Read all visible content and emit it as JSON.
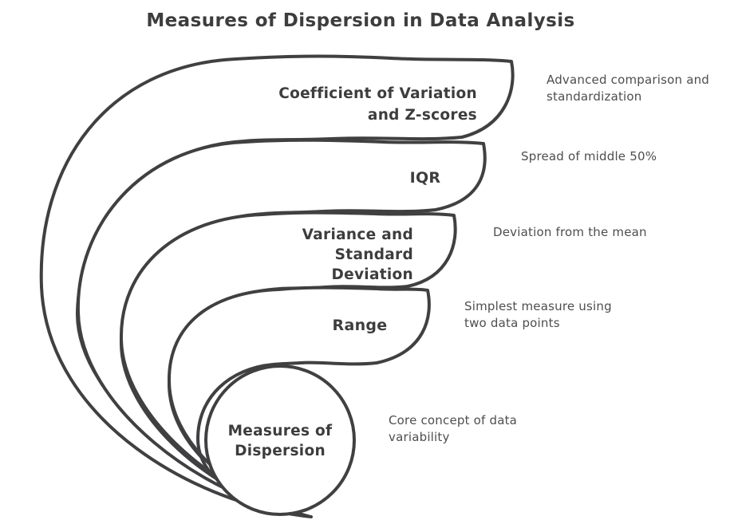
{
  "title": "Measures of Dispersion in Data Analysis",
  "colors": {
    "ink": "#404042",
    "label_text": "#3d3d3f",
    "annotation_text": "#4e4e50",
    "background": "#ffffff"
  },
  "stages": [
    {
      "id": "coefficient-of-variation-and-z-scores",
      "label": "Coefficient of Variation and Z-scores",
      "label_lines": [
        "Coefficient of Variation",
        "and Z-scores"
      ],
      "description": "Advanced comparison and standardization",
      "description_lines": [
        "Advanced comparison and",
        "standardization"
      ]
    },
    {
      "id": "iqr",
      "label": "IQR",
      "label_lines": [
        "IQR"
      ],
      "description": "Spread of middle 50%",
      "description_lines": [
        "Spread of middle 50%"
      ]
    },
    {
      "id": "variance-and-standard-deviation",
      "label": "Variance and Standard Deviation",
      "label_lines": [
        "Variance and",
        "Standard",
        "Deviation"
      ],
      "description": "Deviation from the mean",
      "description_lines": [
        "Deviation from the mean"
      ]
    },
    {
      "id": "range",
      "label": "Range",
      "label_lines": [
        "Range"
      ],
      "description": "Simplest measure using two data points",
      "description_lines": [
        "Simplest measure using",
        "two data points"
      ]
    },
    {
      "id": "measures-of-dispersion",
      "label": "Measures of Dispersion",
      "label_lines": [
        "Measures of",
        "Dispersion"
      ],
      "description": "Core concept of data variability",
      "description_lines": [
        "Core concept of data",
        "variability"
      ]
    }
  ]
}
